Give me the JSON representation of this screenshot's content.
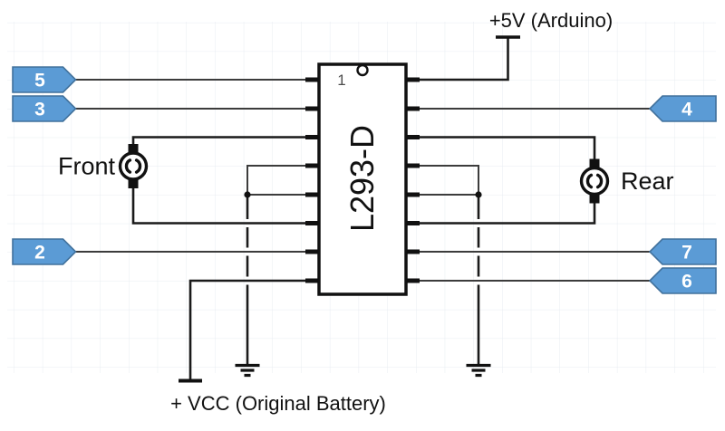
{
  "diagram": {
    "type": "circuit-schematic",
    "ic": {
      "label": "L293-D",
      "pin_one": "1"
    },
    "power_5v_label": "+5V (Arduino)",
    "battery_label": "+ VCC (Original Battery)",
    "motors": {
      "front": "Front",
      "rear": "Rear"
    },
    "arduino_pins_left": [
      {
        "label": "5"
      },
      {
        "label": "3"
      },
      {
        "label": "2"
      }
    ],
    "arduino_pins_right": [
      {
        "label": "4"
      },
      {
        "label": "7"
      },
      {
        "label": "6"
      }
    ],
    "colors": {
      "pin_arrow_fill": "#5b9bd5",
      "pin_arrow_border": "#41719c",
      "wire": "#3c3c3c",
      "grid_line": "#e8ecf2"
    }
  }
}
